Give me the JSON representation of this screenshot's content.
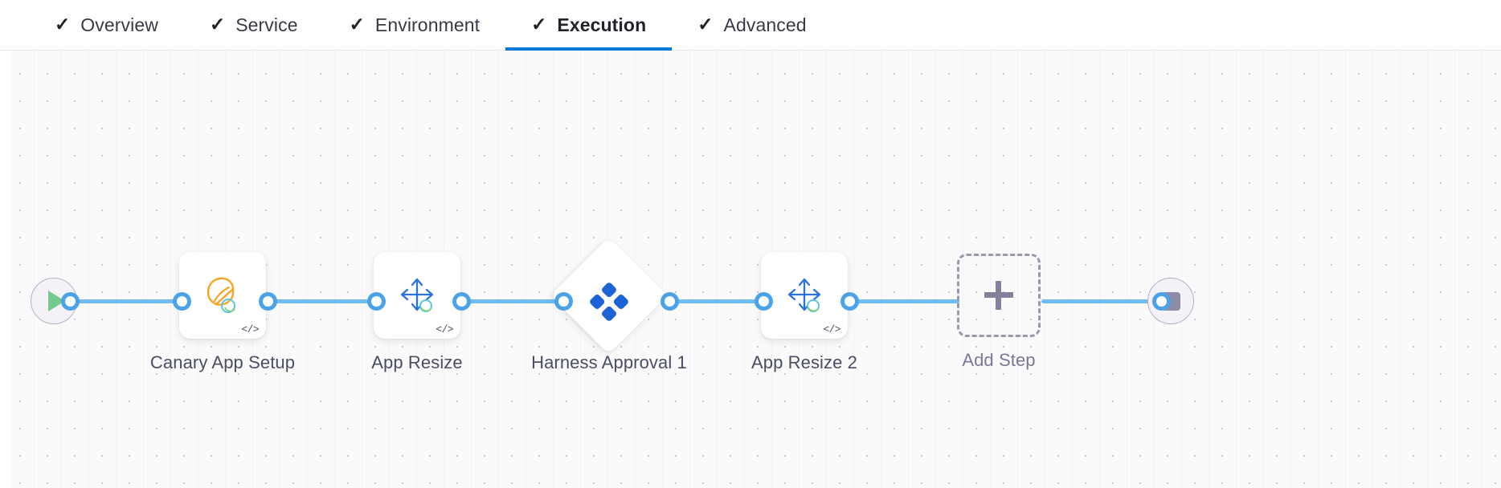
{
  "tabs": [
    {
      "label": "Overview",
      "check": "✓",
      "active": false
    },
    {
      "label": "Service",
      "check": "✓",
      "active": false
    },
    {
      "label": "Environment",
      "check": "✓",
      "active": false
    },
    {
      "label": "Execution",
      "check": "✓",
      "active": true
    },
    {
      "label": "Advanced",
      "check": "✓",
      "active": false
    }
  ],
  "colors": {
    "accent_blue": "#0278d5",
    "connector_blue": "#6fbdf3",
    "connector_node": "#4aa3e8",
    "harness_blue": "#1d63d8",
    "canary_orange": "#f5a623",
    "label_gray": "#4a4d63",
    "dashed_gray": "#9a98b0",
    "start_green": "#74c98d",
    "stop_gray": "#8e8ba6",
    "canvas_bg": "#fafafb"
  },
  "pipeline": {
    "start_node": {
      "name": "start-node",
      "icon": "play-icon"
    },
    "end_node": {
      "name": "end-node",
      "icon": "stop-icon"
    },
    "steps": [
      {
        "label": "Canary App Setup",
        "icon": "canary-bird-icon",
        "shape": "card",
        "code_icon": "</>"
      },
      {
        "label": "App Resize",
        "icon": "resize-arrows-icon",
        "shape": "card",
        "code_icon": "</>"
      },
      {
        "label": "Harness Approval 1",
        "icon": "harness-logo-icon",
        "shape": "diamond",
        "code_icon": ""
      },
      {
        "label": "App Resize 2",
        "icon": "resize-arrows-icon",
        "shape": "card",
        "code_icon": "</>"
      }
    ],
    "add_step": {
      "label": "Add Step",
      "icon": "plus-icon"
    }
  }
}
